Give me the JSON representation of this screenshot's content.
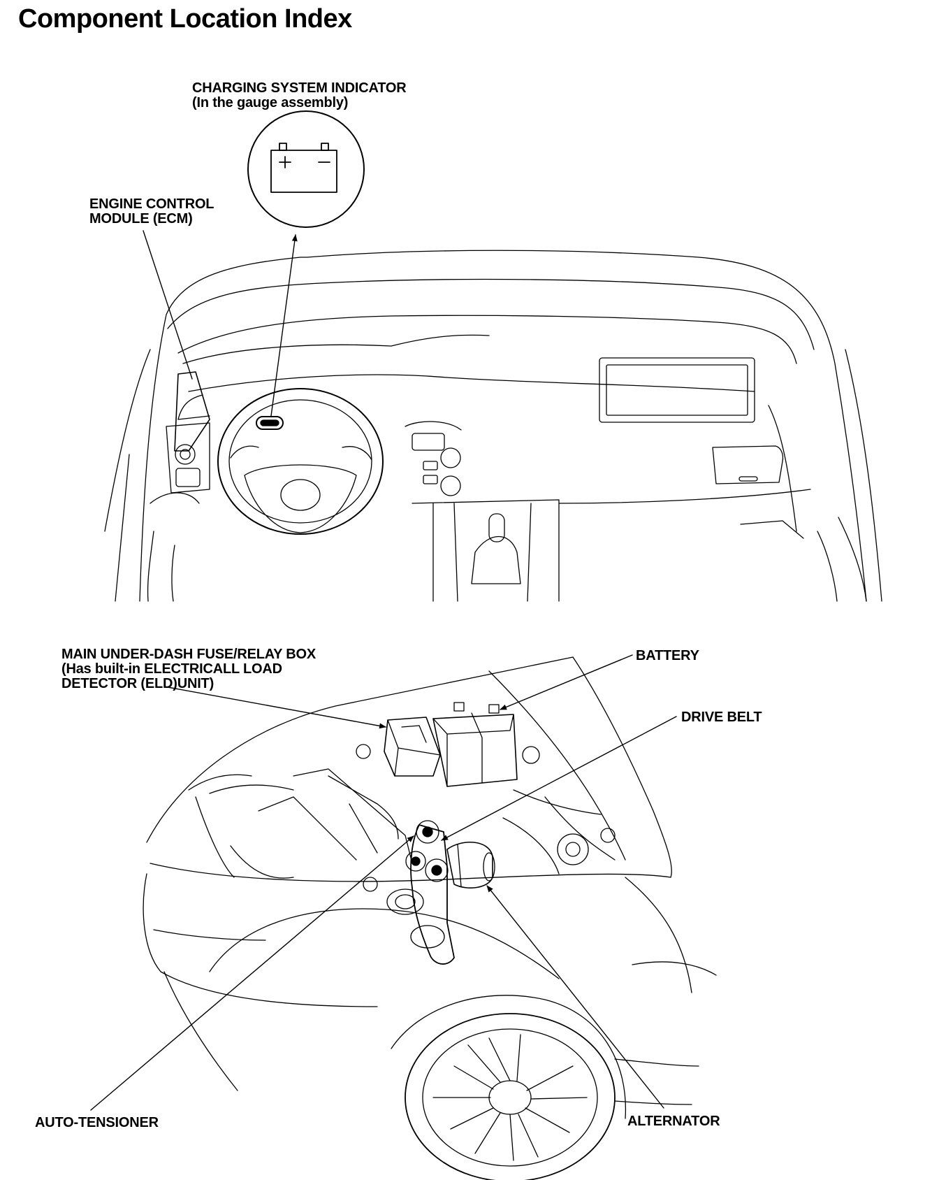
{
  "page": {
    "title": "Component Location Index"
  },
  "labels": {
    "charging_indicator": [
      "CHARGING SYSTEM INDICATOR",
      "(In the gauge assembly)"
    ],
    "ecm": [
      "ENGINE CONTROL",
      "MODULE (ECM)"
    ],
    "fuse_box": [
      "MAIN UNDER-DASH FUSE/RELAY BOX",
      "(Has built-in ELECTRICALL LOAD",
      "DETECTOR (ELD)UNIT)"
    ],
    "battery": "BATTERY",
    "drive_belt": "DRIVE BELT",
    "auto_tensioner": "AUTO-TENSIONER",
    "alternator": "ALTERNATOR"
  },
  "indicator_icon": {
    "name": "battery-icon",
    "symbols": [
      "+",
      "−"
    ]
  },
  "colors": {
    "ink": "#000000",
    "paper": "#ffffff"
  }
}
